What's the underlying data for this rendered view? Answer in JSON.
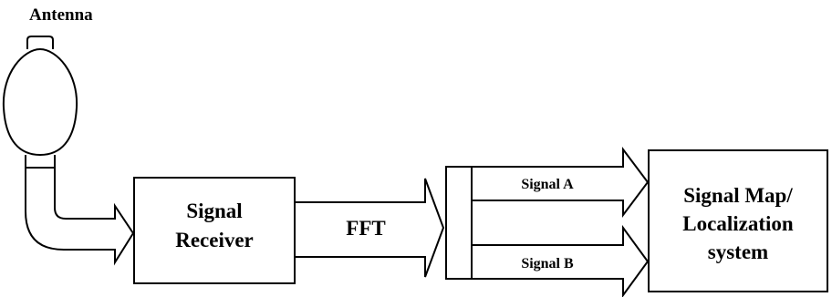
{
  "diagram": {
    "antenna_label": "Antenna",
    "receiver": {
      "line1": "Signal",
      "line2": "Receiver"
    },
    "fft_label": "FFT",
    "signal_a_label": "Signal A",
    "signal_b_label": "Signal B",
    "output": {
      "line1": "Signal Map/",
      "line2": "Localization",
      "line3": "system"
    }
  }
}
